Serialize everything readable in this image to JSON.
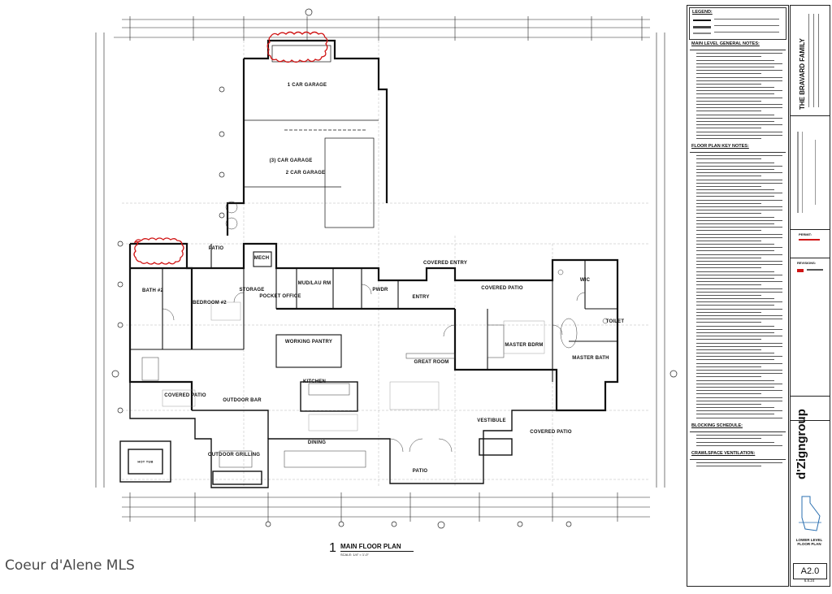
{
  "drawing": {
    "view_number": "1",
    "view_title": "MAIN FLOOR PLAN",
    "scale": "SCALE:   1/4\" = 1'-0\""
  },
  "watermark": "Coeur d'Alene MLS",
  "rooms": [
    {
      "key": "garage1",
      "name": "1 CAR GARAGE",
      "sub": ""
    },
    {
      "key": "garage3",
      "name": "(3) CAR GARAGE",
      "sub": ""
    },
    {
      "key": "garage2",
      "name": "2 CAR GARAGE",
      "sub": ""
    },
    {
      "key": "patio_w",
      "name": "PATIO",
      "sub": ""
    },
    {
      "key": "mech",
      "name": "MECH",
      "sub": ""
    },
    {
      "key": "bath2",
      "name": "BATH #2",
      "sub": ""
    },
    {
      "key": "bedroom2",
      "name": "BEDROOM #2",
      "sub": ""
    },
    {
      "key": "storage",
      "name": "STORAGE",
      "sub": ""
    },
    {
      "key": "pocket_office",
      "name": "POCKET OFFICE",
      "sub": ""
    },
    {
      "key": "mudroom",
      "name": "MUD/LAU RM",
      "sub": ""
    },
    {
      "key": "powder",
      "name": "PWDR",
      "sub": ""
    },
    {
      "key": "covered_entry",
      "name": "COVERED ENTRY",
      "sub": ""
    },
    {
      "key": "entry",
      "name": "ENTRY",
      "sub": ""
    },
    {
      "key": "covered_patio_n",
      "name": "COVERED PATIO",
      "sub": ""
    },
    {
      "key": "wic",
      "name": "WIC",
      "sub": ""
    },
    {
      "key": "toilet",
      "name": "TOILET",
      "sub": ""
    },
    {
      "key": "working_pantry",
      "name": "WORKING PANTRY",
      "sub": ""
    },
    {
      "key": "great_room",
      "name": "GREAT ROOM",
      "sub": ""
    },
    {
      "key": "master_bdrm",
      "name": "MASTER BDRM",
      "sub": ""
    },
    {
      "key": "master_bath",
      "name": "MASTER BATH",
      "sub": ""
    },
    {
      "key": "kitchen",
      "name": "KITCHEN",
      "sub": ""
    },
    {
      "key": "covered_patio_w",
      "name": "COVERED PATIO",
      "sub": ""
    },
    {
      "key": "outdoor_bar",
      "name": "OUTDOOR BAR",
      "sub": ""
    },
    {
      "key": "outdoor_grilling",
      "name": "OUTDOOR GRILLING",
      "sub": ""
    },
    {
      "key": "dining",
      "name": "DINING",
      "sub": ""
    },
    {
      "key": "vestibule",
      "name": "VESTIBULE",
      "sub": ""
    },
    {
      "key": "covered_patio_s",
      "name": "COVERED PATIO",
      "sub": ""
    },
    {
      "key": "patio_s",
      "name": "PATIO",
      "sub": ""
    },
    {
      "key": "hot_tub",
      "name": "HOT TUB",
      "sub": ""
    }
  ],
  "panel": {
    "legend_title": "LEGEND:",
    "general_notes_title": "MAIN LEVEL GENERAL NOTES:",
    "key_notes_title": "FLOOR PLAN KEY NOTES:",
    "blocking_title": "BLOCKING SCHEDULE:",
    "crawlspace_title": "CRAWLSPACE VENTILATION:"
  },
  "strip": {
    "project_name": "THE BRAVARD FAMILY",
    "permit_label": "PERMIT:",
    "revisions_label": "REVISIONS:",
    "firm_logo": "d'Zigngroup",
    "sheet_title": "LOWER LEVEL FLOOR PLAN",
    "sheet_number": "A2.0",
    "date": "6.8.24"
  },
  "colors": {
    "line": "#1a1a1a",
    "cloud": "#d01515",
    "grid": "#9a9a9a"
  }
}
